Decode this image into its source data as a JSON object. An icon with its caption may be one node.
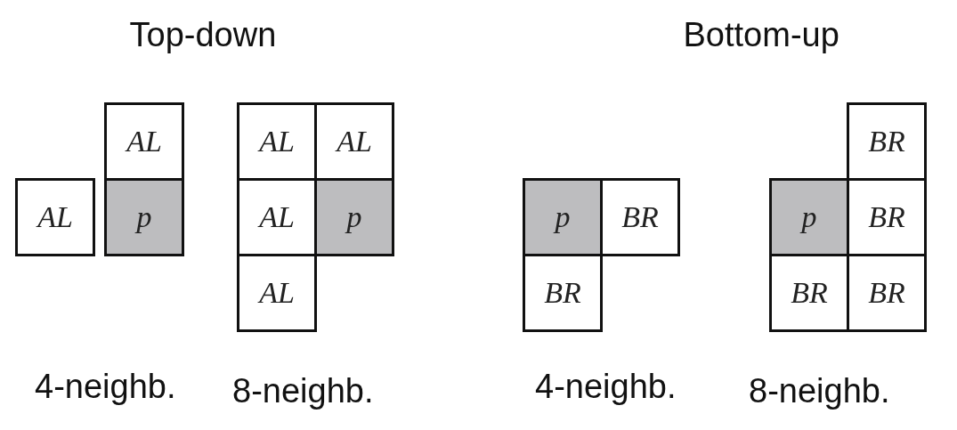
{
  "diagram": {
    "nodes": [
      {
        "text": [
          "AL"
        ]
      },
      {
        "text": [
          "AL"
        ]
      },
      {
        "text": [
          "p"
        ]
      },
      {
        "text": [
          "AL"
        ]
      },
      {
        "text": [
          "AL"
        ]
      },
      {
        "text": [
          "AL"
        ]
      },
      {
        "text": [
          "p"
        ]
      },
      {
        "text": [
          "AL"
        ]
      },
      {
        "text": [
          "p"
        ]
      },
      {
        "text": [
          "BR"
        ]
      },
      {
        "text": [
          "BR"
        ]
      },
      {
        "text": [
          "BR"
        ]
      },
      {
        "text": [
          "p"
        ]
      },
      {
        "text": [
          "BR"
        ]
      },
      {
        "text": [
          "BR"
        ]
      },
      {
        "text": [
          "BR"
        ]
      }
    ],
    "labels": [
      "Top-down",
      "Bottom-up",
      "4-neighb.",
      "8-neighb.",
      "4-neighb.",
      "8-neighb."
    ]
  }
}
